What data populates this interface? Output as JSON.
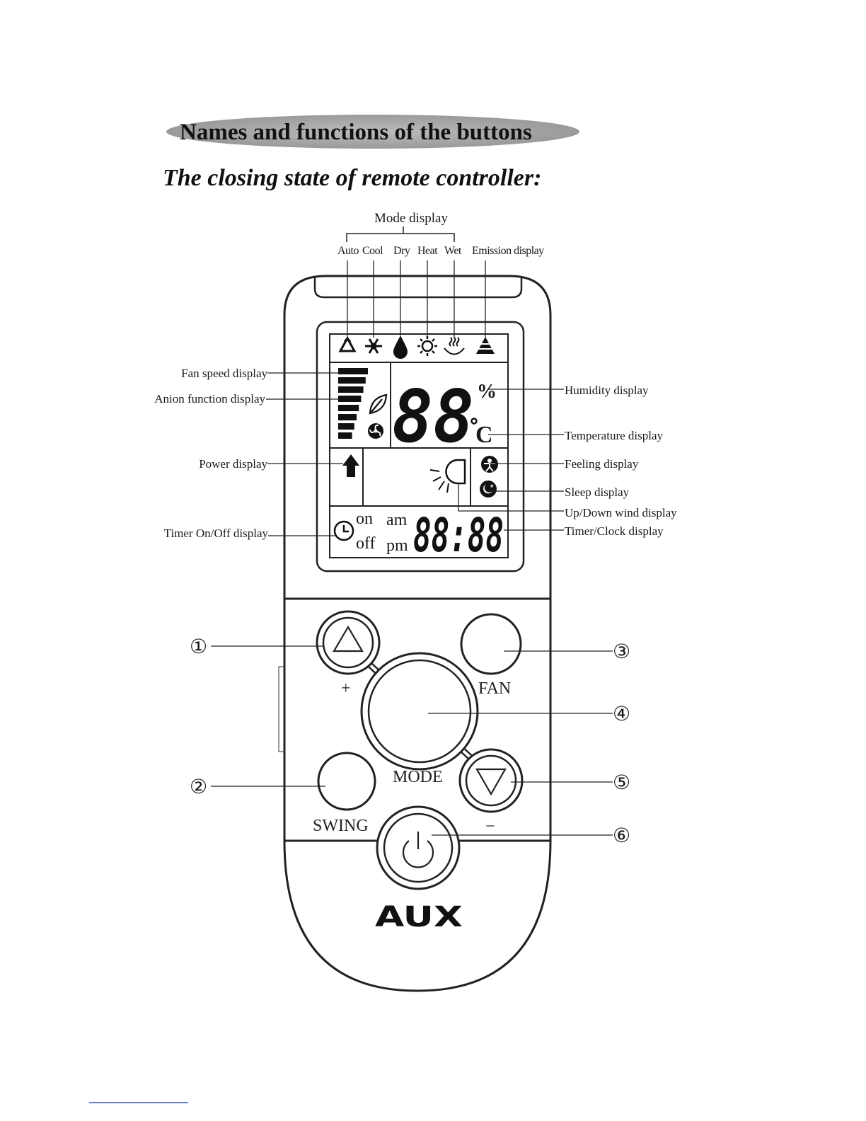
{
  "title": "Names and functions of the buttons",
  "subtitle": "The closing state of remote controller:",
  "mode_group_label": "Mode display",
  "top_labels": {
    "auto": "Auto",
    "cool": "Cool",
    "dry": "Dry",
    "heat": "Heat",
    "wet": "Wet",
    "emission": "Emission display"
  },
  "left_callouts": {
    "fan_speed": "Fan speed display",
    "anion": "Anion function display",
    "power": "Power display",
    "timer_on_off": "Timer On/Off display"
  },
  "right_callouts": {
    "humidity": "Humidity display",
    "temperature": "Temperature display",
    "feeling": "Feeling display",
    "sleep": "Sleep display",
    "updown_wind": "Up/Down wind display",
    "timer_clock": "Timer/Clock display"
  },
  "lcd": {
    "big_digits": "88",
    "percent": "%",
    "celsius": "C",
    "timer_digits": "88:88",
    "on": "on",
    "off": "off",
    "am": "am",
    "pm": "pm"
  },
  "buttons": {
    "plus": "+",
    "minus": "−",
    "fan": "FAN",
    "mode": "MODE",
    "swing": "SWING"
  },
  "numbers": [
    "①",
    "②",
    "③",
    "④",
    "⑤",
    "⑥"
  ],
  "brand": "AUX",
  "icons": [
    "auto-mode-icon",
    "cool-mode-icon",
    "dry-mode-icon",
    "heat-mode-icon",
    "wet-mode-icon",
    "emission-icon",
    "anion-leaf-icon",
    "fan-icon",
    "power-arrow-icon",
    "swing-louver-icon",
    "feeling-person-icon",
    "sleep-moon-icon",
    "clock-icon",
    "triangle-up-icon",
    "triangle-down-icon",
    "power-icon"
  ]
}
